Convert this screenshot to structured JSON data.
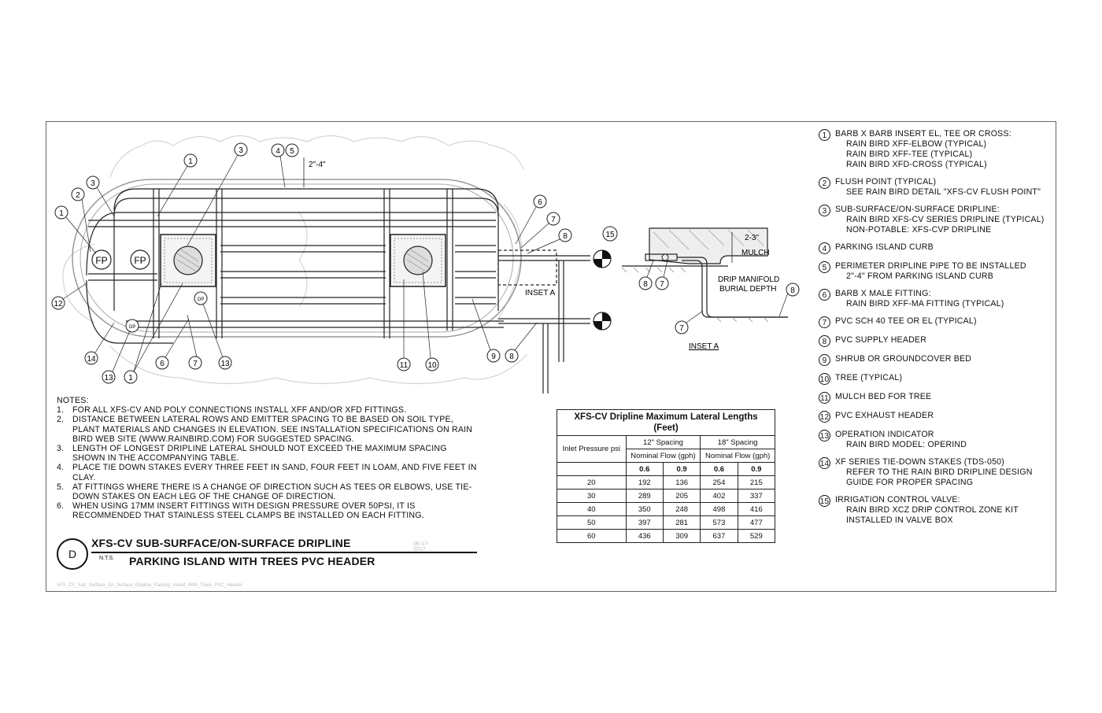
{
  "diagram": {
    "labels": {
      "fp": "FP",
      "op": "OP",
      "dim_curb": "2\"-4\"",
      "dim_mulch": "2-3\"",
      "mulch": "MULCH",
      "drip_manifold": "DRIP MANIFOLD",
      "burial_depth": "BURIAL DEPTH",
      "inset_a": "INSET A"
    },
    "callouts": [
      "1",
      "2",
      "3",
      "4",
      "5",
      "6",
      "7",
      "8",
      "9",
      "10",
      "11",
      "12",
      "13",
      "14",
      "15"
    ]
  },
  "notes": {
    "heading": "NOTES:",
    "items": [
      {
        "n": "1.",
        "t": "FOR ALL XFS-CV AND POLY CONNECTIONS INSTALL XFF AND/OR XFD FITTINGS."
      },
      {
        "n": "2.",
        "t": "DISTANCE BETWEEN LATERAL ROWS AND EMITTER SPACING TO BE BASED ON SOIL TYPE, PLANT MATERIALS AND CHANGES IN ELEVATION. SEE INSTALLATION SPECIFICATIONS ON RAIN BIRD WEB SITE (WWW.RAINBIRD.COM) FOR SUGGESTED SPACING."
      },
      {
        "n": "3.",
        "t": "LENGTH OF LONGEST DRIPLINE LATERAL SHOULD NOT EXCEED THE MAXIMUM SPACING SHOWN IN THE ACCOMPANYING TABLE."
      },
      {
        "n": "4.",
        "t": "PLACE TIE DOWN STAKES EVERY THREE FEET IN SAND, FOUR FEET IN LOAM, AND FIVE FEET IN CLAY."
      },
      {
        "n": "5.",
        "t": "AT FITTINGS WHERE THERE IS A CHANGE OF DIRECTION SUCH AS TEES OR ELBOWS, USE TIE-DOWN STAKES ON EACH LEG OF THE CHANGE OF DIRECTION."
      },
      {
        "n": "6.",
        "t": "WHEN USING 17MM INSERT FITTINGS WITH DESIGN PRESSURE OVER 50PSI, IT IS RECOMMENDED THAT STAINLESS STEEL CLAMPS BE INSTALLED ON EACH FITTING."
      }
    ]
  },
  "title_block": {
    "letter": "D",
    "title1": "XFS-CV SUB-SURFACE/ON-SURFACE DRIPLINE",
    "nts": "N.T.S.",
    "title2": "PARKING ISLAND WITH TREES PVC HEADER",
    "date": "06-17-2017",
    "footnote": "XFS_CV_Sub_Surface_On_Surface_Dripline_Parking_Island_With_Trees_PVC_Header"
  },
  "table": {
    "caption1": "XFS-CV Dripline Maximum Lateral Lengths",
    "caption2": "(Feet)",
    "spacing12": "12\" Spacing",
    "spacing18": "18\" Spacing",
    "inlet": "Inlet Pressure psi",
    "nominal": "Nominal Flow (gph)",
    "flows": [
      "0.6",
      "0.9",
      "0.6",
      "0.9"
    ],
    "rows": [
      [
        "20",
        "192",
        "136",
        "254",
        "215"
      ],
      [
        "30",
        "289",
        "205",
        "402",
        "337"
      ],
      [
        "40",
        "350",
        "248",
        "498",
        "416"
      ],
      [
        "50",
        "397",
        "281",
        "573",
        "477"
      ],
      [
        "60",
        "436",
        "309",
        "637",
        "529"
      ]
    ]
  },
  "legend": [
    {
      "n": "1",
      "lines": [
        "BARB X BARB INSERT EL, TEE OR CROSS:",
        "RAIN BIRD XFF-ELBOW (TYPICAL)",
        "RAIN BIRD XFF-TEE (TYPICAL)",
        "RAIN BIRD XFD-CROSS (TYPICAL)"
      ]
    },
    {
      "n": "2",
      "lines": [
        "FLUSH POINT (TYPICAL)",
        "SEE RAIN BIRD DETAIL \"XFS-CV FLUSH POINT\""
      ]
    },
    {
      "n": "3",
      "lines": [
        "SUB-SURFACE/ON-SURFACE DRIPLINE:",
        "RAIN BIRD XFS-CV SERIES DRIPLINE (TYPICAL)",
        "NON-POTABLE: XFS-CVP DRIPLINE"
      ]
    },
    {
      "n": "4",
      "lines": [
        "PARKING ISLAND CURB"
      ]
    },
    {
      "n": "5",
      "lines": [
        "PERIMETER DRIPLINE PIPE TO BE INSTALLED",
        "2\"-4\" FROM PARKING ISLAND CURB"
      ]
    },
    {
      "n": "6",
      "lines": [
        "BARB X MALE FITTING:",
        "RAIN BIRD XFF-MA FITTING (TYPICAL)"
      ]
    },
    {
      "n": "7",
      "lines": [
        "PVC SCH 40 TEE OR EL (TYPICAL)"
      ]
    },
    {
      "n": "8",
      "lines": [
        "PVC SUPPLY HEADER"
      ]
    },
    {
      "n": "9",
      "lines": [
        "SHRUB OR GROUNDCOVER BED"
      ]
    },
    {
      "n": "10",
      "lines": [
        "TREE (TYPICAL)"
      ]
    },
    {
      "n": "11",
      "lines": [
        "MULCH BED FOR TREE"
      ]
    },
    {
      "n": "12",
      "lines": [
        "PVC EXHAUST HEADER"
      ]
    },
    {
      "n": "13",
      "lines": [
        "OPERATION INDICATOR",
        "RAIN BIRD MODEL: OPERIND"
      ]
    },
    {
      "n": "14",
      "lines": [
        "XF SERIES TIE-DOWN STAKES (TDS-050)",
        "REFER TO THE RAIN BIRD DRIPLINE DESIGN",
        "GUIDE FOR PROPER SPACING"
      ]
    },
    {
      "n": "15",
      "lines": [
        "IRRIGATION CONTROL VALVE:",
        "RAIN BIRD XCZ DRIP CONTROL ZONE KIT",
        "INSTALLED IN VALVE BOX"
      ]
    }
  ]
}
